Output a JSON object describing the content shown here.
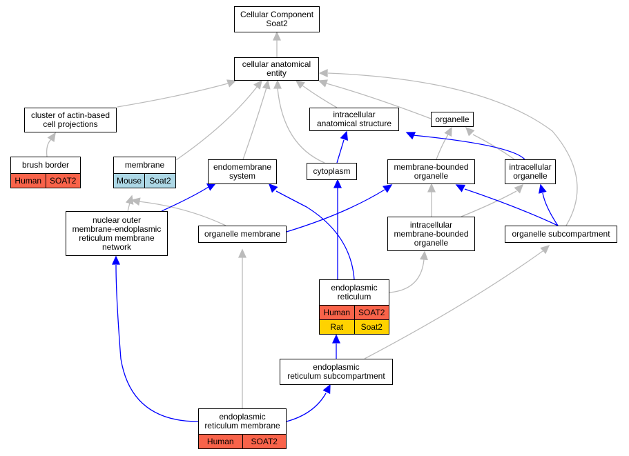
{
  "colors": {
    "human": "#f9634a",
    "rat": "#ffd200",
    "mouse": "#add8e6",
    "is_a_edge": "#bbbbbb",
    "part_of_edge": "#0000ff"
  },
  "nodes": {
    "root": {
      "label": "Cellular Component\nSoat2"
    },
    "cae": {
      "label": "cellular anatomical\nentity"
    },
    "cluster": {
      "label": "cluster of actin-based\ncell projections"
    },
    "ias": {
      "label": "intracellular\nanatomical structure"
    },
    "organelle": {
      "label": "organelle"
    },
    "brush": {
      "label": "brush border",
      "species": [
        {
          "name": "Human",
          "gene": "SOAT2"
        }
      ]
    },
    "membrane": {
      "label": "membrane",
      "species": [
        {
          "name": "Mouse",
          "gene": "Soat2"
        }
      ]
    },
    "endomem": {
      "label": "endomembrane\nsystem"
    },
    "cytoplasm": {
      "label": "cytoplasm"
    },
    "mbo": {
      "label": "membrane-bounded\norganelle"
    },
    "io": {
      "label": "intracellular\norganelle"
    },
    "nuclear": {
      "label": "nuclear outer\nmembrane-endoplasmic\nreticulum membrane\nnetwork"
    },
    "orgmem": {
      "label": "organelle membrane"
    },
    "imbo": {
      "label": "intracellular\nmembrane-bounded\norganelle"
    },
    "orgsub": {
      "label": "organelle subcompartment"
    },
    "er": {
      "label": "endoplasmic\nreticulum",
      "species": [
        {
          "name": "Human",
          "gene": "SOAT2"
        },
        {
          "name": "Rat",
          "gene": "Soat2"
        }
      ]
    },
    "ersub": {
      "label": "endoplasmic\nreticulum subcompartment"
    },
    "erm": {
      "label": "endoplasmic\nreticulum membrane",
      "species": [
        {
          "name": "Human",
          "gene": "SOAT2"
        }
      ]
    }
  }
}
